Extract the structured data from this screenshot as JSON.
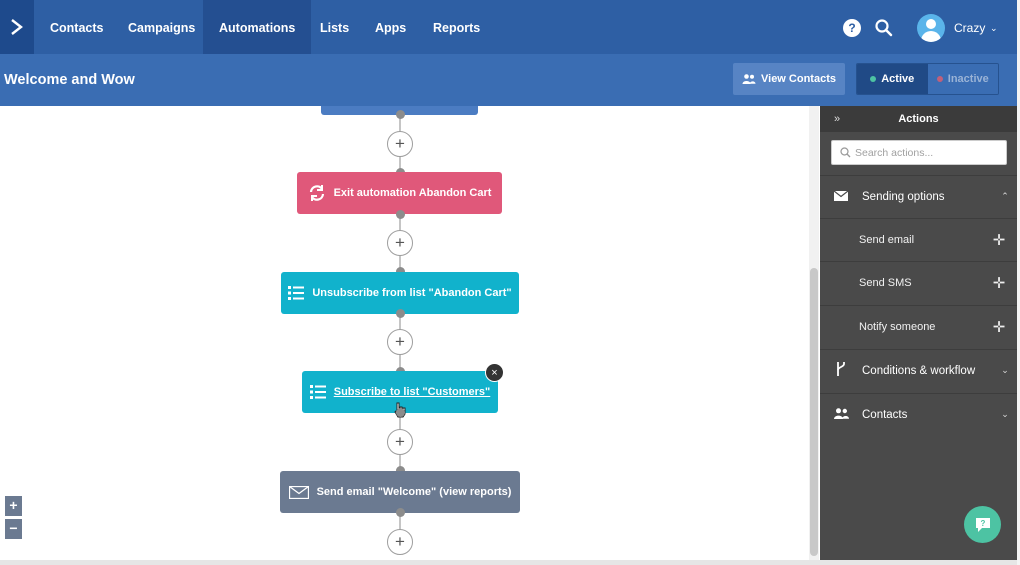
{
  "nav": {
    "items": [
      {
        "label": "Contacts",
        "active": false
      },
      {
        "label": "Campaigns",
        "active": false
      },
      {
        "label": "Automations",
        "active": true
      },
      {
        "label": "Lists",
        "active": false
      },
      {
        "label": "Apps",
        "active": false
      },
      {
        "label": "Reports",
        "active": false
      }
    ],
    "help_label": "?",
    "username": "Crazy",
    "caret": "⌄"
  },
  "header": {
    "title": "Welcome and Wow",
    "view_contacts_label": "View Contacts",
    "active_label": "Active",
    "inactive_label": "Inactive",
    "active_color": "#4dc3a3",
    "inactive_color": "#c0607a"
  },
  "workflow": {
    "steps": [
      {
        "label": "Exit automation Abandon Cart",
        "color": "#e0587a",
        "icon": "refresh-icon"
      },
      {
        "label": "Unsubscribe from list \"Abandon Cart\"",
        "color": "#11b2cc",
        "icon": "list-icon"
      },
      {
        "label": "Subscribe to list \"Customers\"",
        "color": "#11b2cc",
        "icon": "list-icon"
      },
      {
        "label": "Send email \"Welcome\" (view reports)",
        "color": "#6b7a91",
        "icon": "envelope-icon"
      }
    ],
    "plus_label": "+",
    "close_label": "×",
    "zoom_in_label": "+",
    "zoom_out_label": "−"
  },
  "actions_panel": {
    "collapse_label": "»",
    "title": "Actions",
    "search_placeholder": "Search actions...",
    "sections": [
      {
        "label": "Sending options",
        "icon": "envelope-icon",
        "expanded": true,
        "items": [
          {
            "label": "Send email"
          },
          {
            "label": "Send SMS"
          },
          {
            "label": "Notify someone"
          }
        ]
      },
      {
        "label": "Conditions & workflow",
        "icon": "branch-icon",
        "expanded": false
      },
      {
        "label": "Contacts",
        "icon": "contacts-icon",
        "expanded": false
      }
    ],
    "chevron_up": "⌃",
    "chevron_down": "⌄",
    "item_plus": "✛"
  }
}
